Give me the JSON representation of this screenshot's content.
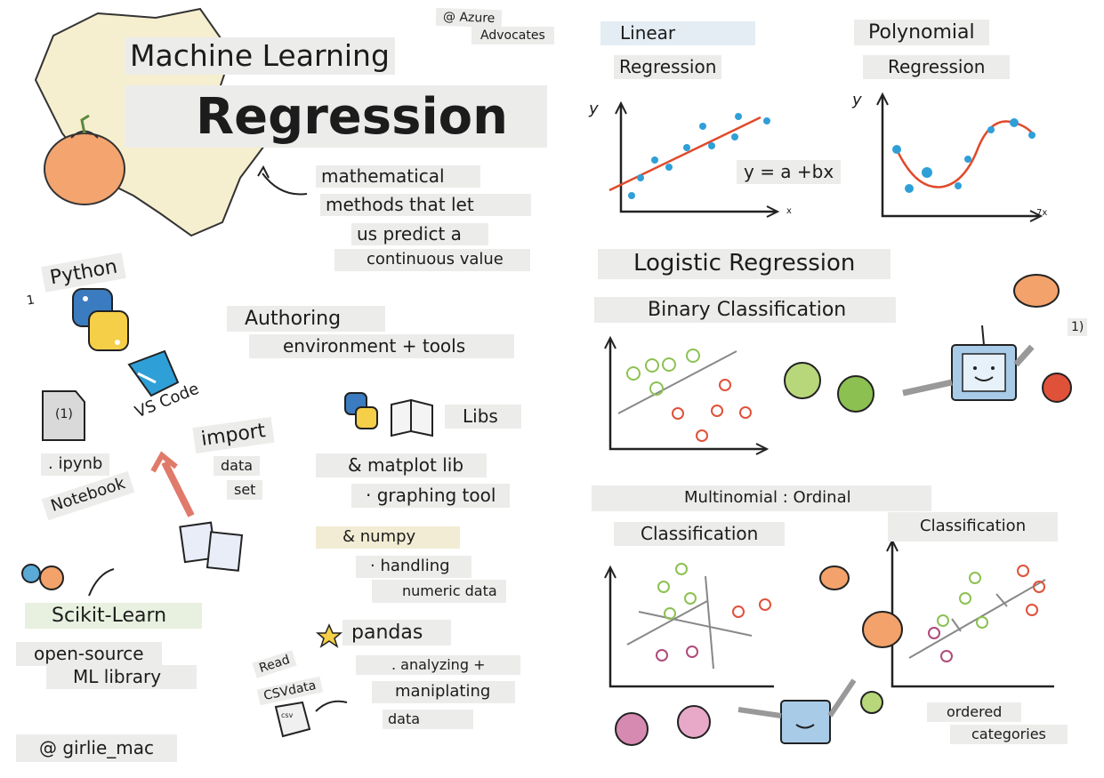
{
  "credits": {
    "azure_at": "@ Azure",
    "azure_name": "Advocates",
    "author": "@ girlie_mac"
  },
  "title": {
    "subtitle": "Machine Learning",
    "main": "Regression"
  },
  "definition": {
    "lines": [
      "mathematical",
      "methods that let",
      "us predict a",
      "continuous value"
    ]
  },
  "tools": {
    "step_number": "1",
    "python": "Python",
    "vscode": "VS Code",
    "notebook_icon_text": "(1)",
    "notebook_ext": ". ipynb",
    "notebook": "Notebook",
    "import": "import",
    "dataset": [
      "data",
      "set"
    ],
    "authoring": "Authoring",
    "authoring_sub": "environment + tools",
    "scikit": "Scikit-Learn",
    "scikit_sub": [
      "open-source",
      "ML library"
    ],
    "read_csv": [
      "Read",
      "CSVdata"
    ],
    "csv_icon_text": "csv"
  },
  "libs": {
    "title": "Libs",
    "matplotlib": "& matplot lib",
    "matplotlib_desc": "· graphing tool",
    "numpy": "& numpy",
    "numpy_desc": [
      "· handling",
      "numeric data"
    ],
    "pandas": "pandas",
    "pandas_desc": [
      ". analyzing +",
      "maniplating",
      "data"
    ]
  },
  "linear": {
    "title": [
      "Linear",
      "Regression"
    ],
    "y_axis": "y",
    "x_axis": "x",
    "formula": "y = a +bx"
  },
  "polynomial": {
    "title": [
      "Polynomial",
      "Regression"
    ],
    "y_axis": "y",
    "x_axis": "7x"
  },
  "logistic": {
    "title": "Logistic Regression",
    "binary": "Binary Classification",
    "note": "1)",
    "multinomial": "Multinomial : Ordinal",
    "multinomial_class": "Classification",
    "ordinal_class": "Classification",
    "ordered": [
      "ordered",
      "categories"
    ]
  },
  "colors": {
    "accent_blue": "#2f9fd8",
    "red_line": "#e04a2b",
    "apple_green": "#8cc152",
    "apple_red": "#e0513a",
    "grape": "#b04a7a",
    "pumpkin": "#f2a26a"
  }
}
